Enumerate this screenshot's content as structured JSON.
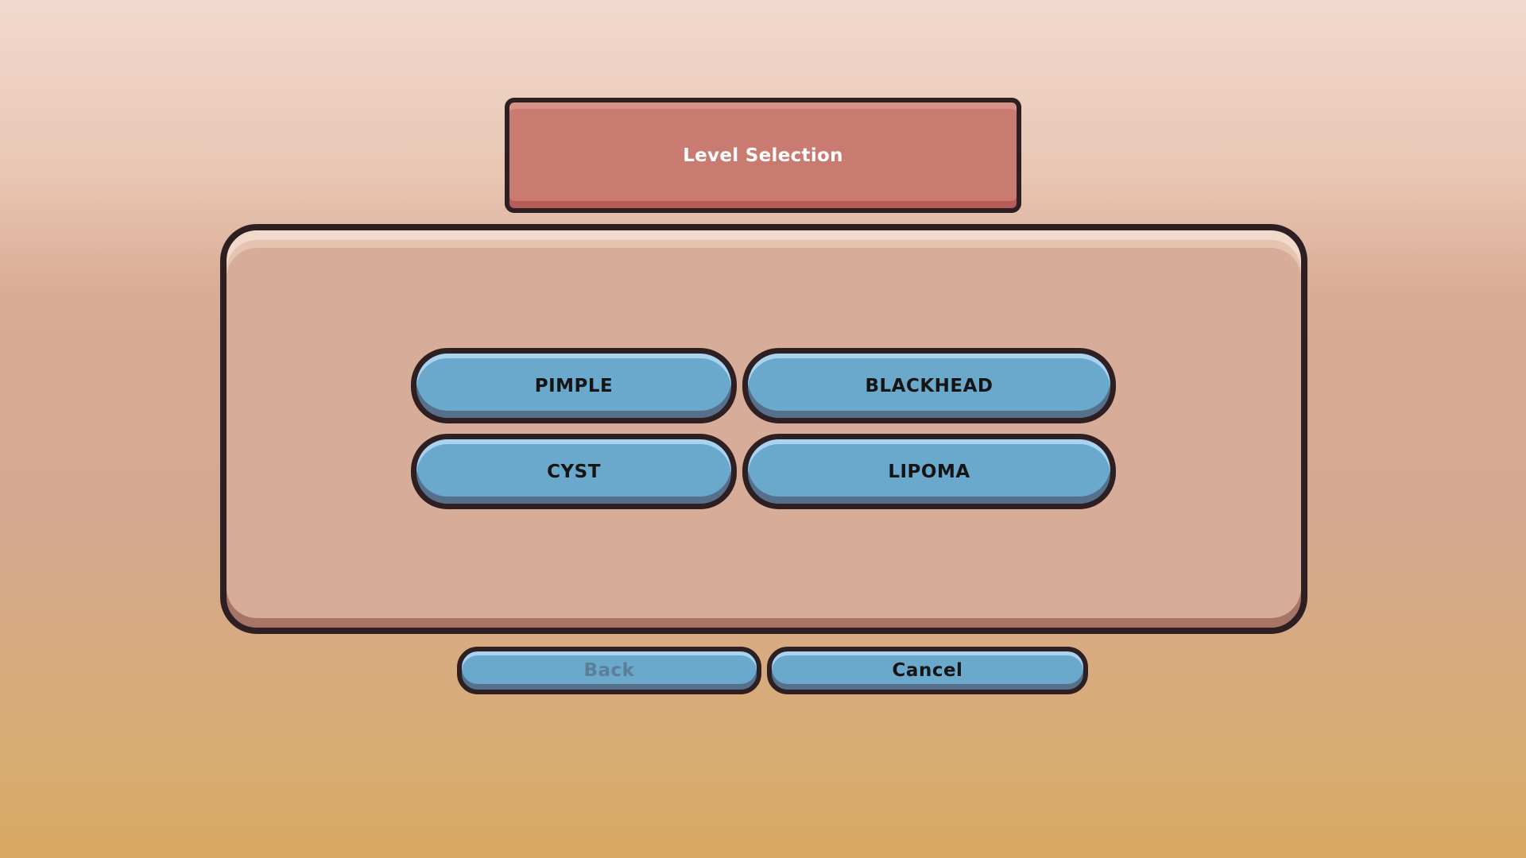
{
  "header": {
    "title": "Level Selection"
  },
  "levels": [
    {
      "label": "PIMPLE"
    },
    {
      "label": "BLACKHEAD"
    },
    {
      "label": "CYST"
    },
    {
      "label": "LIPOMA"
    }
  ],
  "footer": {
    "back_label": "Back",
    "back_enabled": false,
    "cancel_label": "Cancel"
  },
  "colors": {
    "banner": "#c97b71",
    "panel": "#d7ad99",
    "button": "#6aa8cc",
    "outline": "#2e1f22",
    "disabled_text": "#5b7f98"
  }
}
